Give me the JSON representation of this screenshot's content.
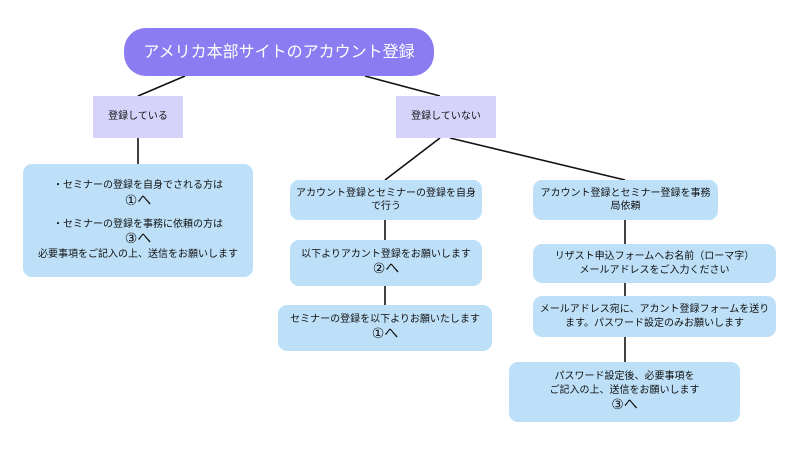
{
  "title": "アメリカ本部サイトのアカウント登録",
  "registered": {
    "label": "登録している",
    "line1": "・セミナーの登録を自身でされる方は",
    "step1": "①へ",
    "line2": "・セミナーの登録を事務に依頼の方は",
    "step2": "③へ",
    "line3": "必要事項をご記入の上、送信をお願いします"
  },
  "unregistered": {
    "label": "登録していない",
    "self": {
      "line1": "アカウント登録とセミナーの登録を自身",
      "line2": "で行う",
      "step_a_line": "以下よりアカント登録をお願いします",
      "step_a_next": "②へ",
      "step_b_line": "セミナーの登録を以下よりお願いたします",
      "step_b_next": "①へ"
    },
    "office": {
      "line1": "アカウント登録とセミナー登録を事務",
      "line2": "局依頼",
      "step_a_line1": "リザスト申込フォームへお名前（ローマ字）",
      "step_a_line2": "メールアドレスをご入力ください",
      "step_b_line1": "メールアドレス宛に、アカント登録フォームを送り",
      "step_b_line2": "ます。パスワード設定のみお願いします",
      "step_c_line1": "パスワード設定後、必要事項を",
      "step_c_line2": "ご記入の上、送信をお願いします",
      "step_c_next": "③へ"
    }
  },
  "colors": {
    "title_bg": "#8b7cf1",
    "label_bg": "#d6d3fb",
    "box_bg": "#bde0f8",
    "connector": "#111111"
  }
}
